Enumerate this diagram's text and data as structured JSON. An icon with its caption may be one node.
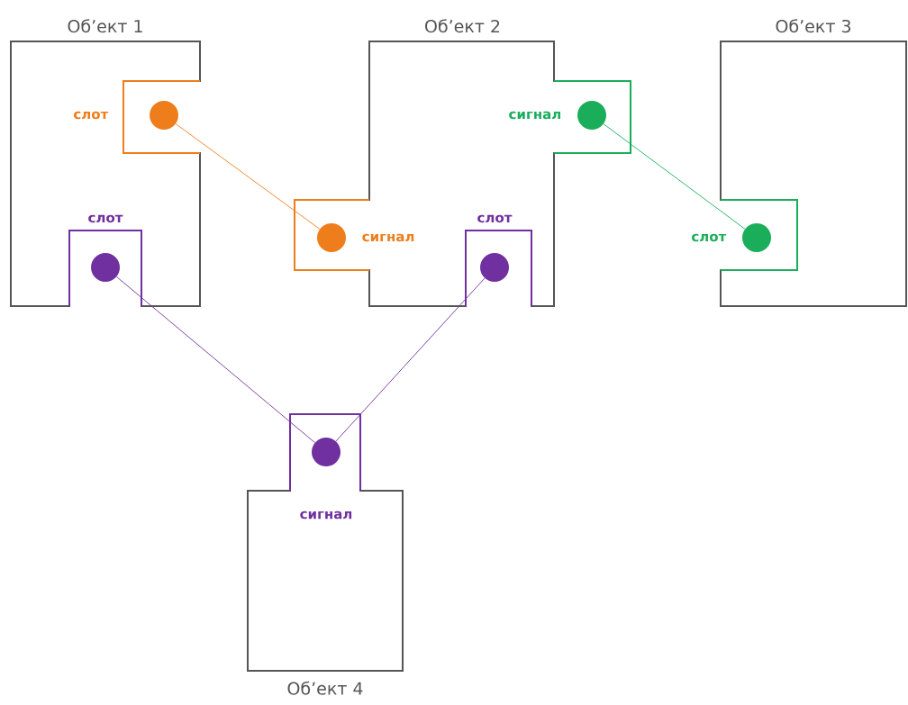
{
  "diagram": {
    "nodes": [
      {
        "text": [
          "Об’ект 1"
        ]
      },
      {
        "text": [],
        "shape": "circle",
        "beside": [
          "слот"
        ],
        "in": 0
      },
      {
        "text": [],
        "shape": "circle",
        "beside": [
          "слот"
        ],
        "in": 0
      },
      {
        "text": [
          "Об’ект 2"
        ]
      },
      {
        "text": [],
        "shape": "circle",
        "beside": [
          "сигнал"
        ],
        "in": 3
      },
      {
        "text": [],
        "shape": "circle",
        "beside": [
          "сигнал"
        ],
        "in": 3
      },
      {
        "text": [],
        "shape": "circle",
        "beside": [
          "слот"
        ],
        "in": 3
      },
      {
        "text": [
          "Об’ект 3"
        ]
      },
      {
        "text": [],
        "shape": "circle",
        "beside": [
          "слот"
        ],
        "in": 7
      },
      {
        "text": [
          "Об’ект 4"
        ]
      },
      {
        "text": [],
        "shape": "circle",
        "beside": [
          "сигнал"
        ],
        "in": 9
      }
    ],
    "edges": [
      {
        "from": 1,
        "to": 4,
        "arrow": "none",
        "color": "#ee7d1b"
      },
      {
        "from": 5,
        "to": 8,
        "arrow": "none",
        "color": "#1aae5a"
      },
      {
        "from": 2,
        "to": 10,
        "arrow": "none"
      },
      {
        "from": 6,
        "to": 10,
        "arrow": "none"
      }
    ]
  }
}
